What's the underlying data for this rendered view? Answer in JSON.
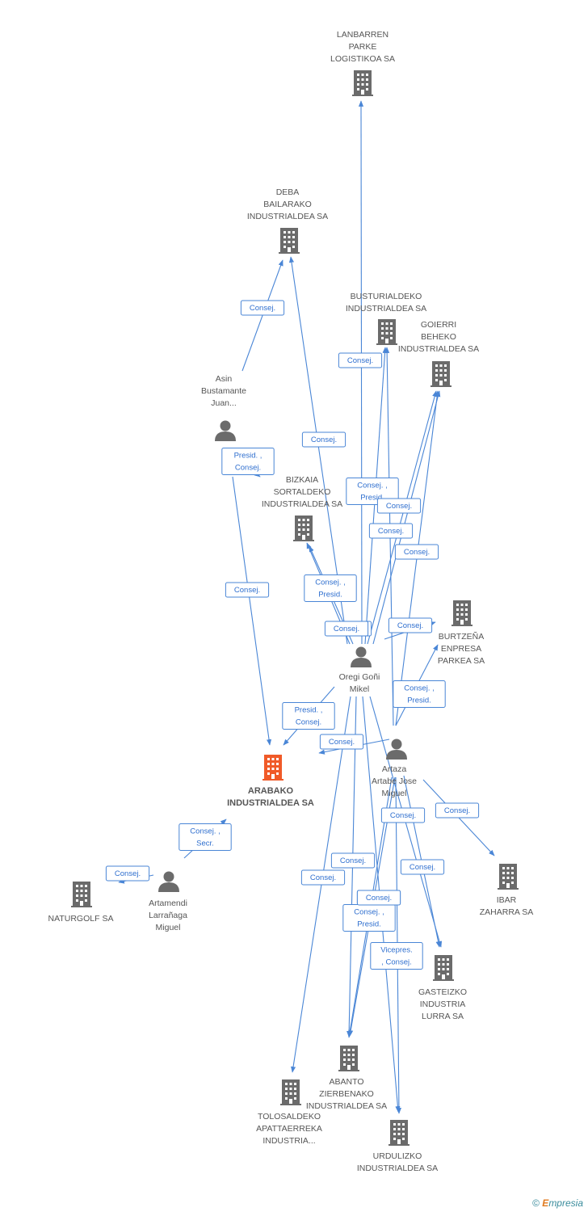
{
  "colors": {
    "edge": "#4a86d6",
    "node_icon": "#6b6b6b",
    "main_node_icon": "#f05a28",
    "label": "#555555"
  },
  "nodes": [
    {
      "id": "lanbarren",
      "type": "company",
      "label": [
        "LANBARREN",
        "PARKE",
        "LOGISTIKOA SA"
      ]
    },
    {
      "id": "deba",
      "type": "company",
      "label": [
        "DEBA",
        "BAILARAKO",
        "INDUSTRIALDEA SA"
      ]
    },
    {
      "id": "busturialdeko",
      "type": "company",
      "label": [
        "BUSTURIALDEKO",
        "INDUSTRIALDEA SA"
      ]
    },
    {
      "id": "goierri",
      "type": "company",
      "label": [
        "GOIERRI",
        "BEHEKO",
        "INDUSTRIALDEA SA"
      ]
    },
    {
      "id": "asin",
      "type": "person",
      "label": [
        "Asin",
        "Bustamante",
        "Juan..."
      ]
    },
    {
      "id": "bizkaia",
      "type": "company",
      "label": [
        "BIZKAIA",
        "SORTALDEKO",
        "INDUSTRIALDEA SA"
      ]
    },
    {
      "id": "burtzena",
      "type": "company",
      "label": [
        "BURTZEÑA",
        "ENPRESA",
        "PARKEA SA"
      ]
    },
    {
      "id": "oregi",
      "type": "person",
      "label": [
        "Oregi Goñi",
        "Mikel"
      ]
    },
    {
      "id": "arabako",
      "type": "company_main",
      "label": [
        "ARABAKO",
        "INDUSTRIALDEA SA"
      ]
    },
    {
      "id": "artaza",
      "type": "person",
      "label": [
        "Artaza",
        "Artabe Jose",
        "Miguel"
      ]
    },
    {
      "id": "ibar",
      "type": "company",
      "label": [
        "IBAR",
        "ZAHARRA SA"
      ]
    },
    {
      "id": "naturgolf",
      "type": "company",
      "label": [
        "NATURGOLF SA"
      ]
    },
    {
      "id": "artamendi",
      "type": "person",
      "label": [
        "Artamendi",
        "Larrañaga",
        "Miguel"
      ]
    },
    {
      "id": "gasteizko",
      "type": "company",
      "label": [
        "GASTEIZKO",
        "INDUSTRIA",
        "LURRA SA"
      ]
    },
    {
      "id": "abanto",
      "type": "company",
      "label": [
        "ABANTO",
        "ZIERBENAKO",
        "INDUSTRIALDEA SA"
      ]
    },
    {
      "id": "tolosaldeko",
      "type": "company",
      "label": [
        "TOLOSALDEKO",
        "APATTAERREKA",
        "INDUSTRIA..."
      ]
    },
    {
      "id": "urdulizko",
      "type": "company",
      "label": [
        "URDULIZKO",
        "INDUSTRIALDEA SA"
      ]
    }
  ],
  "edges": [
    {
      "from": "asin",
      "to": "deba",
      "label": [
        "Consej."
      ]
    },
    {
      "from": "asin",
      "to": "arabako",
      "label": [
        "Consej."
      ]
    },
    {
      "from": "asin",
      "to": "asin",
      "label": [
        "Presid. ,",
        "Consej."
      ]
    },
    {
      "from": "oregi",
      "to": "lanbarren",
      "label": [
        "Consej."
      ]
    },
    {
      "from": "oregi",
      "to": "deba",
      "label": [
        "Consej."
      ]
    },
    {
      "from": "oregi",
      "to": "busturialdeko",
      "label": [
        "Consej."
      ]
    },
    {
      "from": "oregi",
      "to": "goierri",
      "label": [
        "Consej. ,",
        "Presid."
      ]
    },
    {
      "from": "oregi",
      "to": "goierri",
      "label": [
        "Consej."
      ]
    },
    {
      "from": "oregi",
      "to": "bizkaia",
      "label": [
        "Consej. ,",
        "Presid."
      ]
    },
    {
      "from": "oregi",
      "to": "bizkaia",
      "label": [
        "Consej."
      ]
    },
    {
      "from": "oregi",
      "to": "burtzena",
      "label": [
        "Consej."
      ]
    },
    {
      "from": "oregi",
      "to": "arabako",
      "label": [
        "Presid. ,",
        "Consej."
      ]
    },
    {
      "from": "oregi",
      "to": "abanto",
      "label": [
        "Consej."
      ]
    },
    {
      "from": "oregi",
      "to": "tolosaldeko",
      "label": [
        "Consej."
      ]
    },
    {
      "from": "oregi",
      "to": "gasteizko",
      "label": [
        "Consej."
      ]
    },
    {
      "from": "oregi",
      "to": "urdulizko",
      "label": [
        "Consej."
      ]
    },
    {
      "from": "artaza",
      "to": "busturialdeko",
      "label": [
        "Consej."
      ]
    },
    {
      "from": "artaza",
      "to": "goierri",
      "label": [
        "Consej."
      ]
    },
    {
      "from": "artaza",
      "to": "burtzena",
      "label": [
        "Consej. ,",
        "Presid."
      ]
    },
    {
      "from": "artaza",
      "to": "arabako",
      "label": [
        "Consej."
      ]
    },
    {
      "from": "artaza",
      "to": "ibar",
      "label": [
        "Consej."
      ]
    },
    {
      "from": "artaza",
      "to": "gasteizko",
      "label": [
        "Consej."
      ]
    },
    {
      "from": "artaza",
      "to": "abanto",
      "label": [
        "Consej. ,",
        "Presid."
      ]
    },
    {
      "from": "artaza",
      "to": "urdulizko",
      "label": [
        "Vicepres.",
        ", Consej."
      ]
    },
    {
      "from": "artaza",
      "to": "abanto",
      "label": [
        "Consej."
      ]
    },
    {
      "from": "artamendi",
      "to": "arabako",
      "label": [
        "Consej. ,",
        "Secr."
      ]
    },
    {
      "from": "artamendi",
      "to": "naturgolf",
      "label": [
        "Consej."
      ]
    }
  ],
  "footer": {
    "copyright_symbol": "©",
    "brand_initial": "E",
    "brand_rest": "mpresia"
  }
}
